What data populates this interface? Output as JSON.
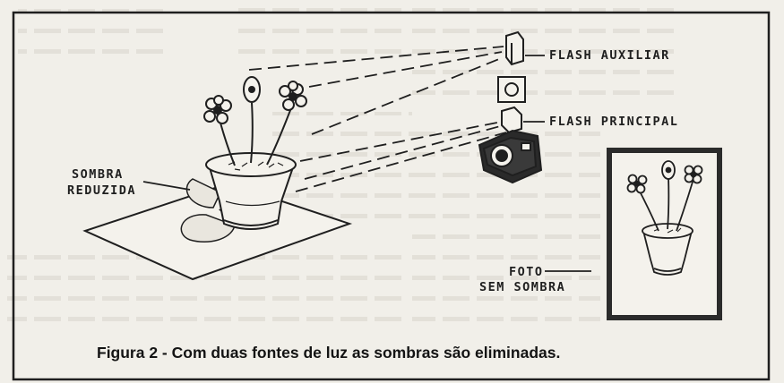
{
  "figure": {
    "labels": {
      "flash_auxiliar": "FLASH AUXILIAR",
      "flash_principal": "FLASH PRINCIPAL",
      "sombra_line1": "SOMBRA",
      "sombra_line2": "REDUZIDA",
      "foto_line1": "FOTO",
      "foto_line2": "SEM SOMBRA"
    },
    "caption": "Figura 2 - Com duas fontes de luz as sombras são eliminadas."
  },
  "colors": {
    "paper": "#f1efe9",
    "ink": "#1f1f1f",
    "faded_text": "#c9c5bc"
  }
}
